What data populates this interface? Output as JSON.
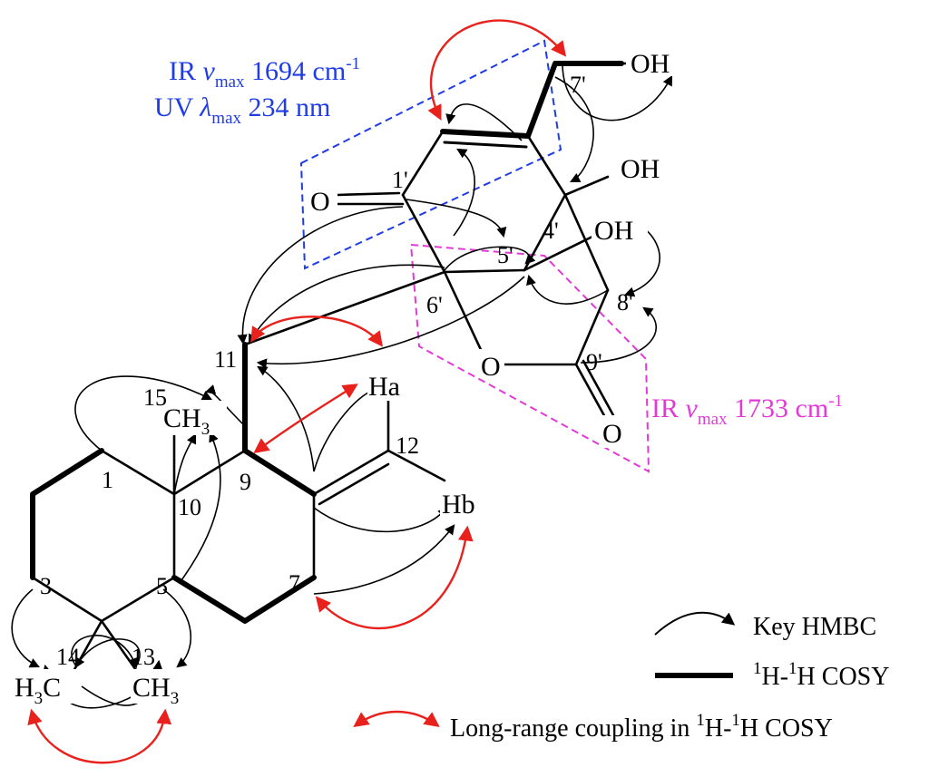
{
  "colors": {
    "bond": "#000000",
    "hmbc": "#000000",
    "long_range_coupling": "#e8211c",
    "enone_box": "#1f3ce6",
    "lactone_box": "#e23ad6"
  },
  "atoms": {
    "oh_top": "OH",
    "oh_right": "OH",
    "oh_mid": "OH",
    "ketone_o": "O",
    "ring_o": "O",
    "lactone_o": "O",
    "ha": "Ha",
    "hb": "Hb"
  },
  "methyl": {
    "c15_main": "CH",
    "c15_sub": "3",
    "c13_main": "CH",
    "c13_sub": "3",
    "c14_h": "H",
    "c14_sub": "3",
    "c14_c": "C"
  },
  "numbering": {
    "n1": "1",
    "n3": "3",
    "n5": "5",
    "n7": "7",
    "n9": "9",
    "n10": "10",
    "n11": "11",
    "n12": "12",
    "n13": "13",
    "n14": "14",
    "n15": "15",
    "n1p": "1'",
    "n4p": "4'",
    "n5p": "5'",
    "n6p": "6'",
    "n7p": "7'",
    "n8p": "8'",
    "n9p": "9'"
  },
  "annotations": {
    "ir1_label": "IR ",
    "ir1_sym": "ν",
    "ir1_sub": "max",
    "ir1_val": " 1694 cm",
    "ir1_sup": "-1",
    "uv_label": "UV ",
    "uv_sym": "λ",
    "uv_sub": "max",
    "uv_val": " 234 nm",
    "ir2_label": "IR ",
    "ir2_sym": "ν",
    "ir2_sub": "max",
    "ir2_val": " 1733 cm",
    "ir2_sup": "-1"
  },
  "legend": {
    "hmbc": "Key HMBC",
    "cosy_sup1": "1",
    "cosy_h1": "H-",
    "cosy_sup2": "1",
    "cosy_h2": "H COSY",
    "lr_text": "Long-range coupling in ",
    "lr_sup1": "1",
    "lr_h1": "H-",
    "lr_sup2": "1",
    "lr_h2": "H COSY"
  }
}
